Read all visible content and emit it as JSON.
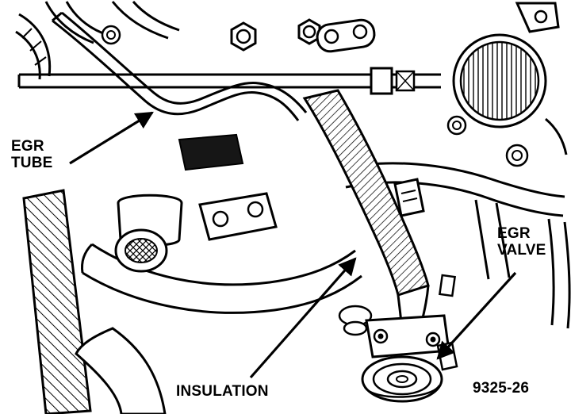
{
  "figure": {
    "callouts": {
      "egr_tube": "EGR\nTUBE",
      "insulation": "INSULATION",
      "egr_valve": "EGR\nVALVE"
    },
    "figure_number": "9325-26"
  },
  "colors": {
    "line": "#000000",
    "background": "#ffffff"
  }
}
